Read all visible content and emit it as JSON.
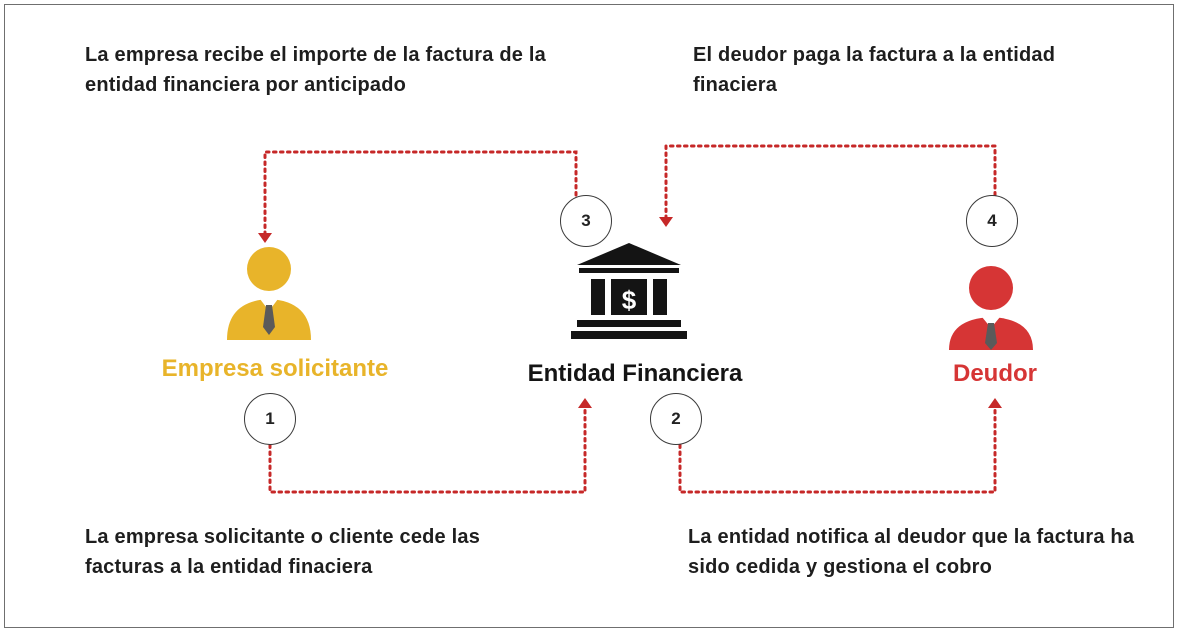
{
  "captions": {
    "step3": "La empresa recibe el importe de la factura de la entidad financiera por anticipado",
    "step4": "El deudor paga la factura a la entidad finaciera",
    "step1": "La empresa solicitante o cliente cede las facturas a la entidad finaciera",
    "step2": "La entidad notifica al deudor que la factura ha sido cedida y gestiona el cobro"
  },
  "actors": {
    "empresa": {
      "label": "Empresa solicitante",
      "color": "#e8b42a",
      "icon": "person-icon"
    },
    "entidad": {
      "label": "Entidad Financiera",
      "color": "#141414",
      "icon": "bank-icon"
    },
    "deudor": {
      "label": "Deudor",
      "color": "#d63535",
      "icon": "person-icon"
    }
  },
  "steps": [
    "1",
    "2",
    "3",
    "4"
  ],
  "colors": {
    "arrow": "#c62828",
    "tie": "#5a5a5a"
  }
}
